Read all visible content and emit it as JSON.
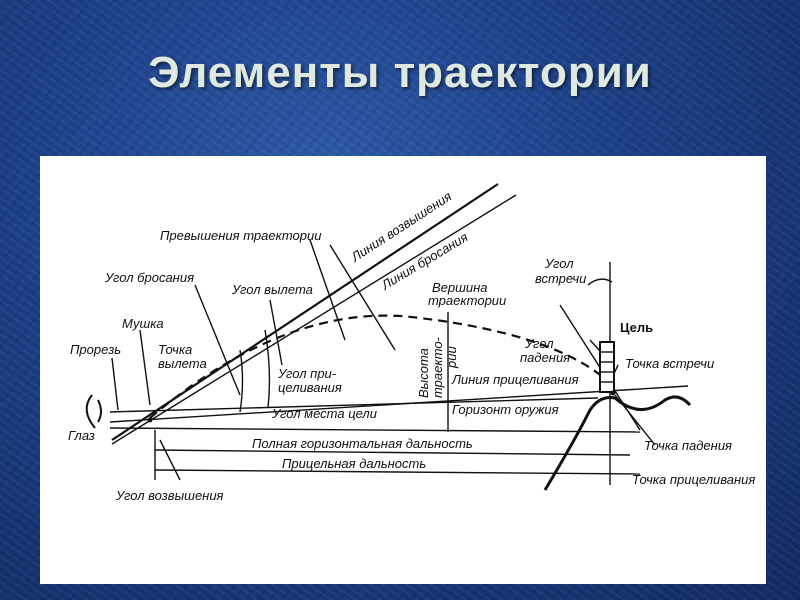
{
  "title": "Элементы траектории",
  "labels": {
    "prevysheniya": "Превышения траектории",
    "liniya_vozvysheniya": "Линия возвышения",
    "liniya_brosaniya": "Линия бросания",
    "ugol_brosaniya": "Угол бросания",
    "ugol_vyleta": "Угол вылета",
    "vershina_1": "Вершина",
    "vershina_2": "траектории",
    "ugol_vstrechi_1": "Угол",
    "ugol_vstrechi_2": "встречи",
    "tsel": "Цель",
    "mushka": "Мушка",
    "prorez": "Прорезь",
    "tochka_vyleta_1": "Точка",
    "tochka_vyleta_2": "вылета",
    "ugol_pritselivaniya_1": "Угол при-",
    "ugol_pritselivaniya_2": "целивания",
    "vysota_1": "Высота",
    "vysota_2": "траекто-",
    "vysota_3": "рии",
    "ugol_padeniya_1": "Угол",
    "ugol_padeniya_2": "падения",
    "tochka_vstrechi": "Точка встречи",
    "liniya_pritselivaniya": "Линия прицеливания",
    "ugol_mesta_tseli": "Угол места цели",
    "gorizont_oruzhiya": "Горизонт оружия",
    "glaz": "Глаз",
    "polnaya_dalnost": "Полная горизонтальная дальность",
    "tochka_padeniya": "Точка падения",
    "pritselnaya_dalnost": "Прицельная дальность",
    "tochka_pritselivaniya": "Точка прицеливания",
    "ugol_vozvysheniya": "Угол возвышения"
  }
}
